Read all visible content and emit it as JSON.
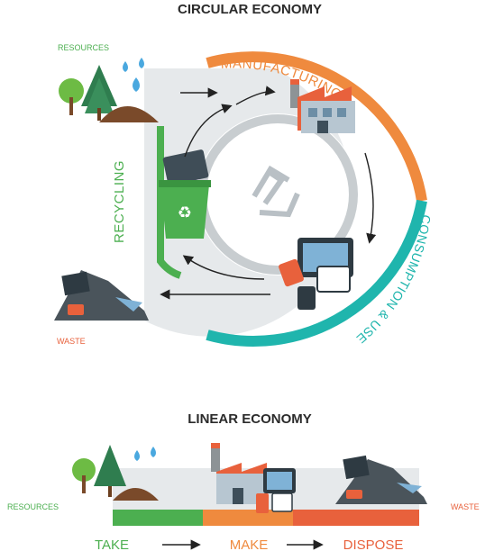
{
  "circular": {
    "title": "CIRCULAR ECONOMY",
    "labels": {
      "resources": "RESOURCES",
      "manufacturing": "MANUFACTURING",
      "consumption": "CONSUMPTION & USE",
      "recycling": "RECYCLING",
      "waste": "WASTE"
    }
  },
  "linear": {
    "title": "LINEAR ECONOMY",
    "labels": {
      "resources": "RESOURCES",
      "waste": "WASTE"
    },
    "steps": [
      "TAKE",
      "MAKE",
      "DISPOSE"
    ]
  },
  "colors": {
    "green": "#4caf50",
    "orange": "#ef8a3e",
    "teal": "#1fb5ad",
    "red": "#e8613c",
    "title": "#2b2b2b",
    "band": "#e6e9eb"
  },
  "icons": [
    "tree-icon",
    "water-drop-icon",
    "factory-icon",
    "recycle-symbol-icon",
    "recycling-bin-icon",
    "devices-icon",
    "waste-pile-icon"
  ]
}
